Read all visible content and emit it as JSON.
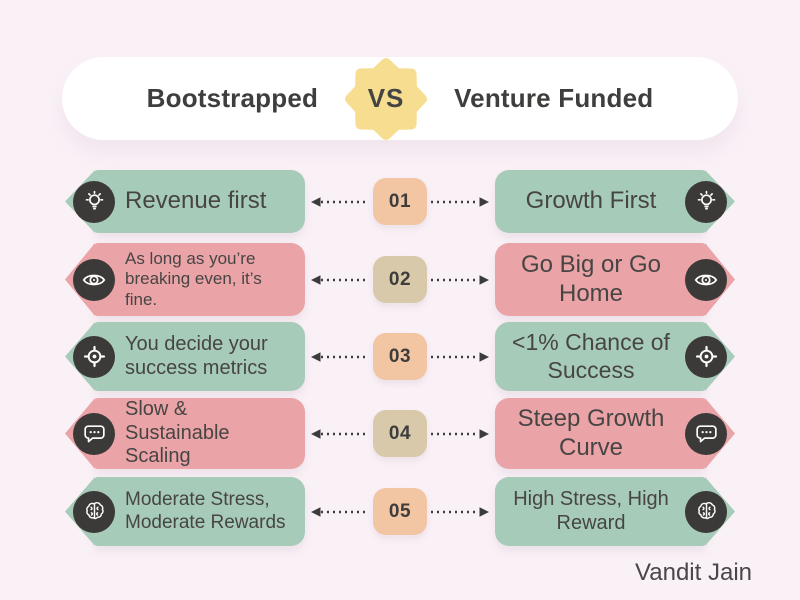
{
  "page": {
    "background": "#faf1f7"
  },
  "header": {
    "left_title": "Bootstrapped",
    "vs_label": "VS",
    "right_title": "Venture Funded",
    "vs_badge_color": "#f6dd90"
  },
  "colors": {
    "green_banner": "#a7cbb9",
    "pink_banner": "#eaa3a7",
    "peach_badge": "#f2c5a3",
    "tan_badge": "#d7c9aa",
    "icon_circle": "#3b3a39",
    "text": "#474544"
  },
  "rows": [
    {
      "number": "01",
      "icon": "lightbulb",
      "color": "green",
      "badge_color": "peach",
      "left": {
        "text": "Revenue first"
      },
      "right": {
        "text": "Growth First"
      }
    },
    {
      "number": "02",
      "icon": "eye",
      "color": "pink",
      "badge_color": "tan",
      "left": {
        "text": "As long as you’re breaking even, it’s fine."
      },
      "right": {
        "text": "Go Big or Go Home"
      }
    },
    {
      "number": "03",
      "icon": "target",
      "color": "green",
      "badge_color": "peach",
      "left": {
        "text": "You decide your success metrics"
      },
      "right": {
        "text": "<1% Chance of Success"
      }
    },
    {
      "number": "04",
      "icon": "speech-bubble",
      "color": "pink",
      "badge_color": "tan",
      "left": {
        "text": "Slow & Sustainable Scaling"
      },
      "right": {
        "text": "Steep Growth Curve"
      }
    },
    {
      "number": "05",
      "icon": "brain",
      "color": "green",
      "badge_color": "peach",
      "left": {
        "text": "Moderate Stress, Moderate Rewards"
      },
      "right": {
        "text": "High Stress, High Reward"
      }
    }
  ],
  "footer": {
    "author": "Vandit Jain"
  }
}
